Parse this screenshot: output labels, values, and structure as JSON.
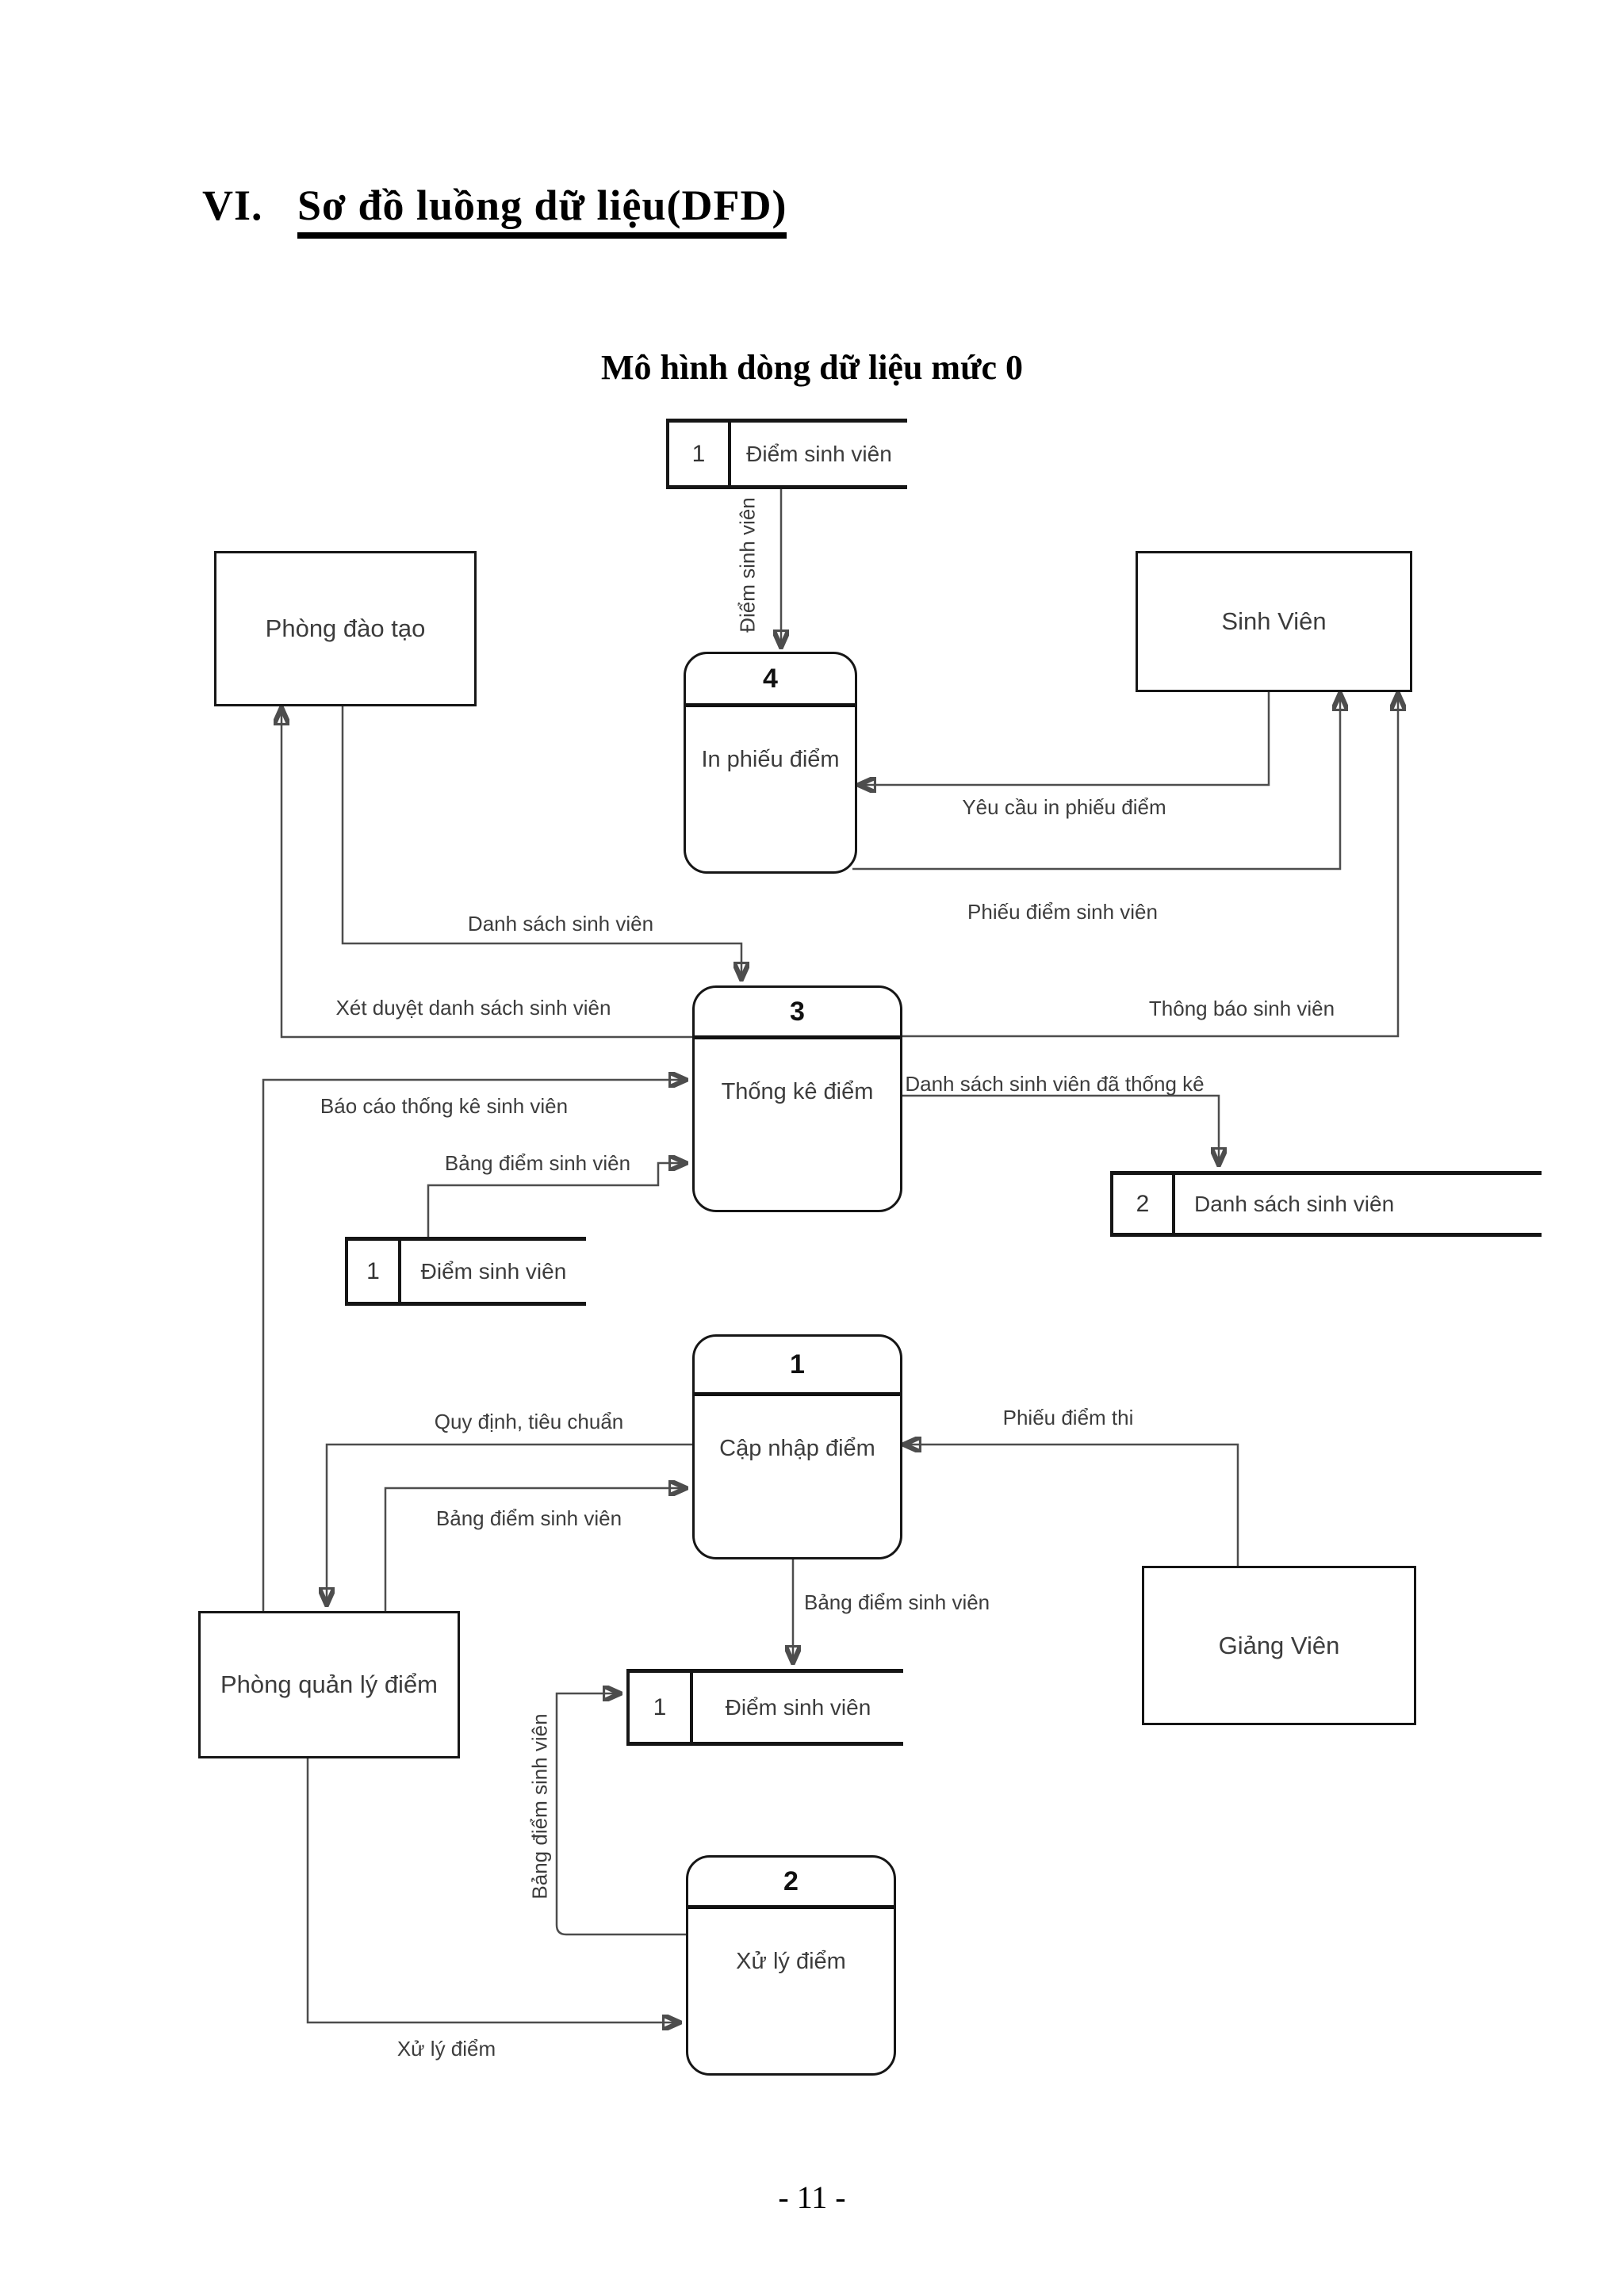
{
  "doc": {
    "section_title_prefix": "VI.",
    "section_title": "Sơ đồ luồng dữ liệu(DFD)",
    "diagram_title": "Mô hình dòng dữ liệu mức 0",
    "page_number": "- 11 -"
  },
  "colors": {
    "ink": "#161616",
    "flow_line": "#4d4d4d",
    "text": "#3c3c3c",
    "background": "#ffffff"
  },
  "entities": {
    "phong_dao_tao": {
      "label": "Phòng đào tạo"
    },
    "sinh_vien": {
      "label": "Sinh Viên"
    },
    "giang_vien": {
      "label": "Giảng Viên"
    },
    "phong_quan_ly_diem": {
      "label": "Phòng quản lý điểm"
    }
  },
  "processes": {
    "p1": {
      "number": "1",
      "name": "Cập nhập điểm"
    },
    "p2": {
      "number": "2",
      "name": "Xử lý điểm"
    },
    "p3": {
      "number": "3",
      "name": "Thống kê điểm"
    },
    "p4": {
      "number": "4",
      "name": "In phiếu điểm"
    }
  },
  "stores": {
    "s1_top": {
      "number": "1",
      "name": "Điểm sinh viên"
    },
    "s1_mid": {
      "number": "1",
      "name": "Điểm sinh viên"
    },
    "s1_bottom": {
      "number": "1",
      "name": "Điểm sinh viên"
    },
    "s2": {
      "number": "2",
      "name": "Danh sách sinh viên"
    }
  },
  "flows": {
    "diem_sinh_vien_store_to_p4": "Điểm sinh viên",
    "yeu_cau_in_phieu_diem": "Yêu cầu in phiếu điểm",
    "phieu_diem_sinh_vien": "Phiếu điểm sinh viên",
    "danh_sach_sinh_vien": "Danh sách sinh viên",
    "xet_duyet_danh_sach_sinh_vien": "Xét duyệt danh sách sinh viên",
    "thong_bao_sinh_vien": "Thông báo sinh viên",
    "bao_cao_thong_ke_sinh_vien": "Báo cáo thống kê sinh viên",
    "bang_diem_sinh_vien_to_p3": "Bảng điểm sinh viên",
    "danh_sach_sinh_vien_da_thong_ke": "Danh sách sinh viên đã thống kê",
    "quy_dinh_tieu_chuan": "Quy định, tiêu chuẩn",
    "phieu_diem_thi": "Phiếu điểm thi",
    "bang_diem_sinh_vien_to_p1": "Bảng điểm sinh viên",
    "bang_diem_sinh_vien_p1_to_store": "Bảng điểm sinh viên",
    "bang_diem_sinh_vien_p2_to_store": "Bảng điểm sinh viên",
    "xu_ly_diem": "Xử lý điểm"
  }
}
